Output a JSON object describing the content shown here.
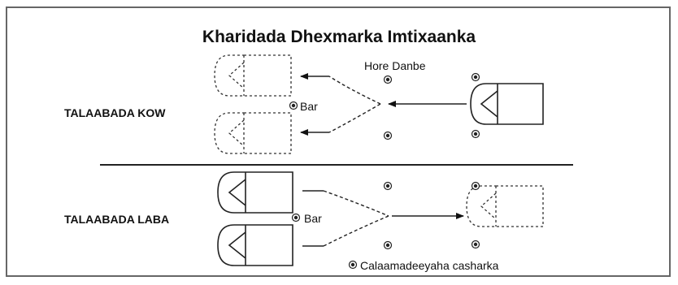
{
  "diagram": {
    "title": "Kharidada Dhexmarka Imtixaanka",
    "step_one_label": "TALAABADA KOW",
    "step_two_label": "TALAABADA LABA",
    "start_label": "Hore Danbe",
    "bar_label_top": "Bar",
    "bar_label_bottom": "Bar",
    "legend_label": "Calaamadeeyaha casharka"
  }
}
